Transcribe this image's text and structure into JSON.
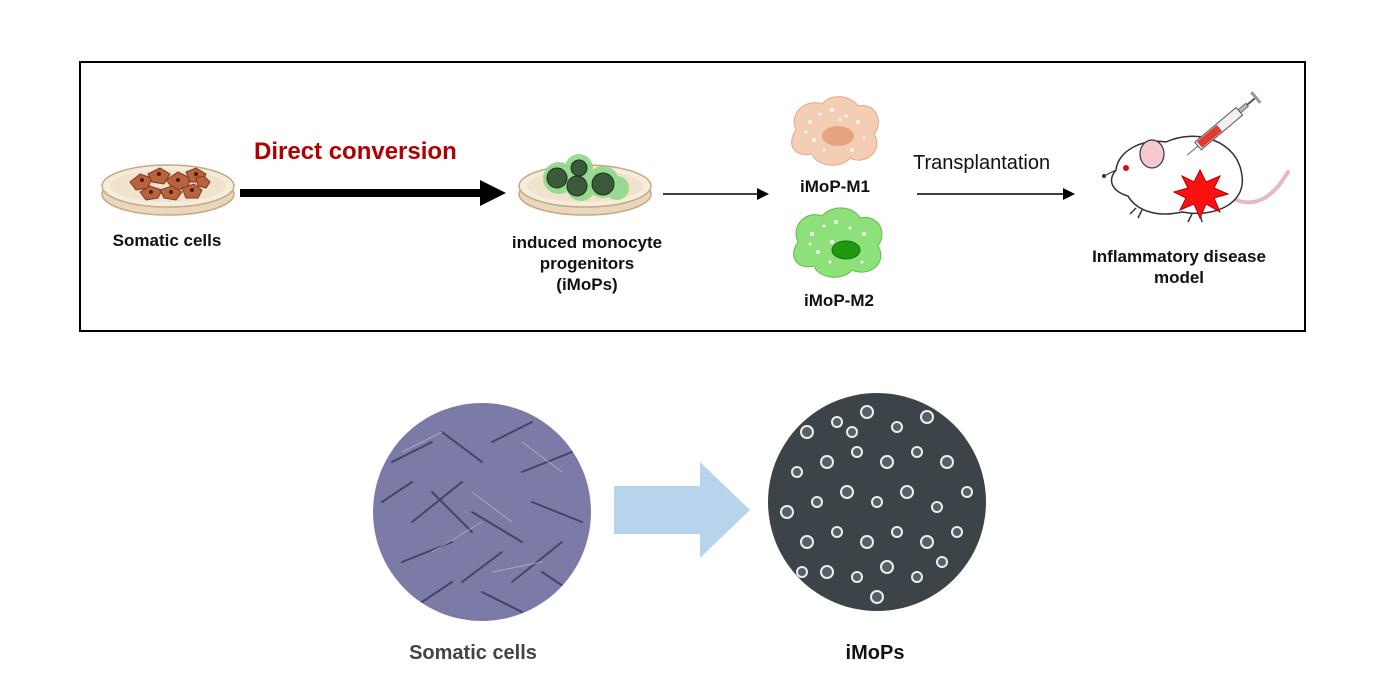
{
  "diagram": {
    "somatic_label": "Somatic cells",
    "direct_conversion_label": "Direct conversion",
    "imops_label_line1": "induced monocyte",
    "imops_label_line2": "progenitors",
    "imops_label_line3": "(iMoPs)",
    "m1_label": "iMoP-M1",
    "m2_label": "iMoP-M2",
    "transplantation_label": "Transplantation",
    "disease_label_line1": "Inflammatory disease",
    "disease_label_line2": "model"
  },
  "micrographs": {
    "left_label": "Somatic cells",
    "right_label": "iMoPs"
  },
  "colors": {
    "title_red": "#b00000",
    "arrow_blue": "#b7d4ec",
    "m1_fill": "#f3cdb4",
    "m2_fill": "#8ee07a",
    "imop_green": "#5cb85c"
  }
}
